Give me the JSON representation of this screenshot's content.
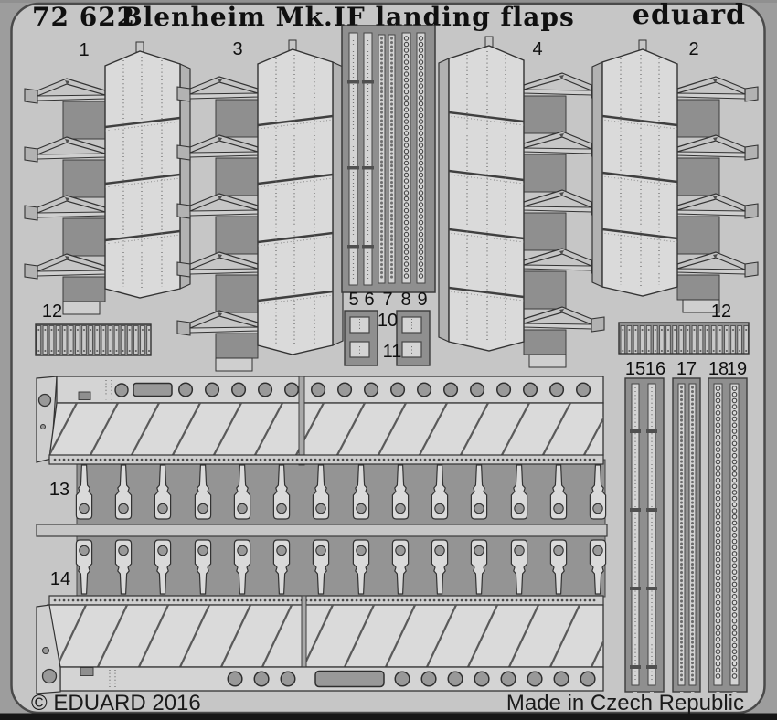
{
  "header": {
    "catalog_no": "72 622",
    "title": "Blenheim Mk.IF landing flaps",
    "brand": "eduard"
  },
  "footer": {
    "copyright": "© EDUARD 2016",
    "made_in": "Made in Czech Republic"
  },
  "parts": {
    "part1": "1",
    "part2": "2",
    "part3": "3",
    "part4": "4",
    "part5": "5",
    "part6": "6",
    "part7": "7",
    "part8": "8",
    "part9": "9",
    "part10": "10",
    "part11": "11",
    "part12": "12",
    "part13": "13",
    "part14": "14",
    "part15": "15",
    "part16": "16",
    "part17": "17",
    "part18": "18",
    "part19": "19"
  },
  "colors": {
    "background": "#9d9d9d",
    "fret": "#c6c6c6",
    "panel_dark": "#8f8f8f",
    "backing": "#949494",
    "part_light": "#dadada",
    "strip_light": "#d4d4d4",
    "edge": "#b2b2b2",
    "hole": "#999999",
    "outline": "#333333",
    "text": "#101010",
    "bottom_bar": "#161616"
  }
}
